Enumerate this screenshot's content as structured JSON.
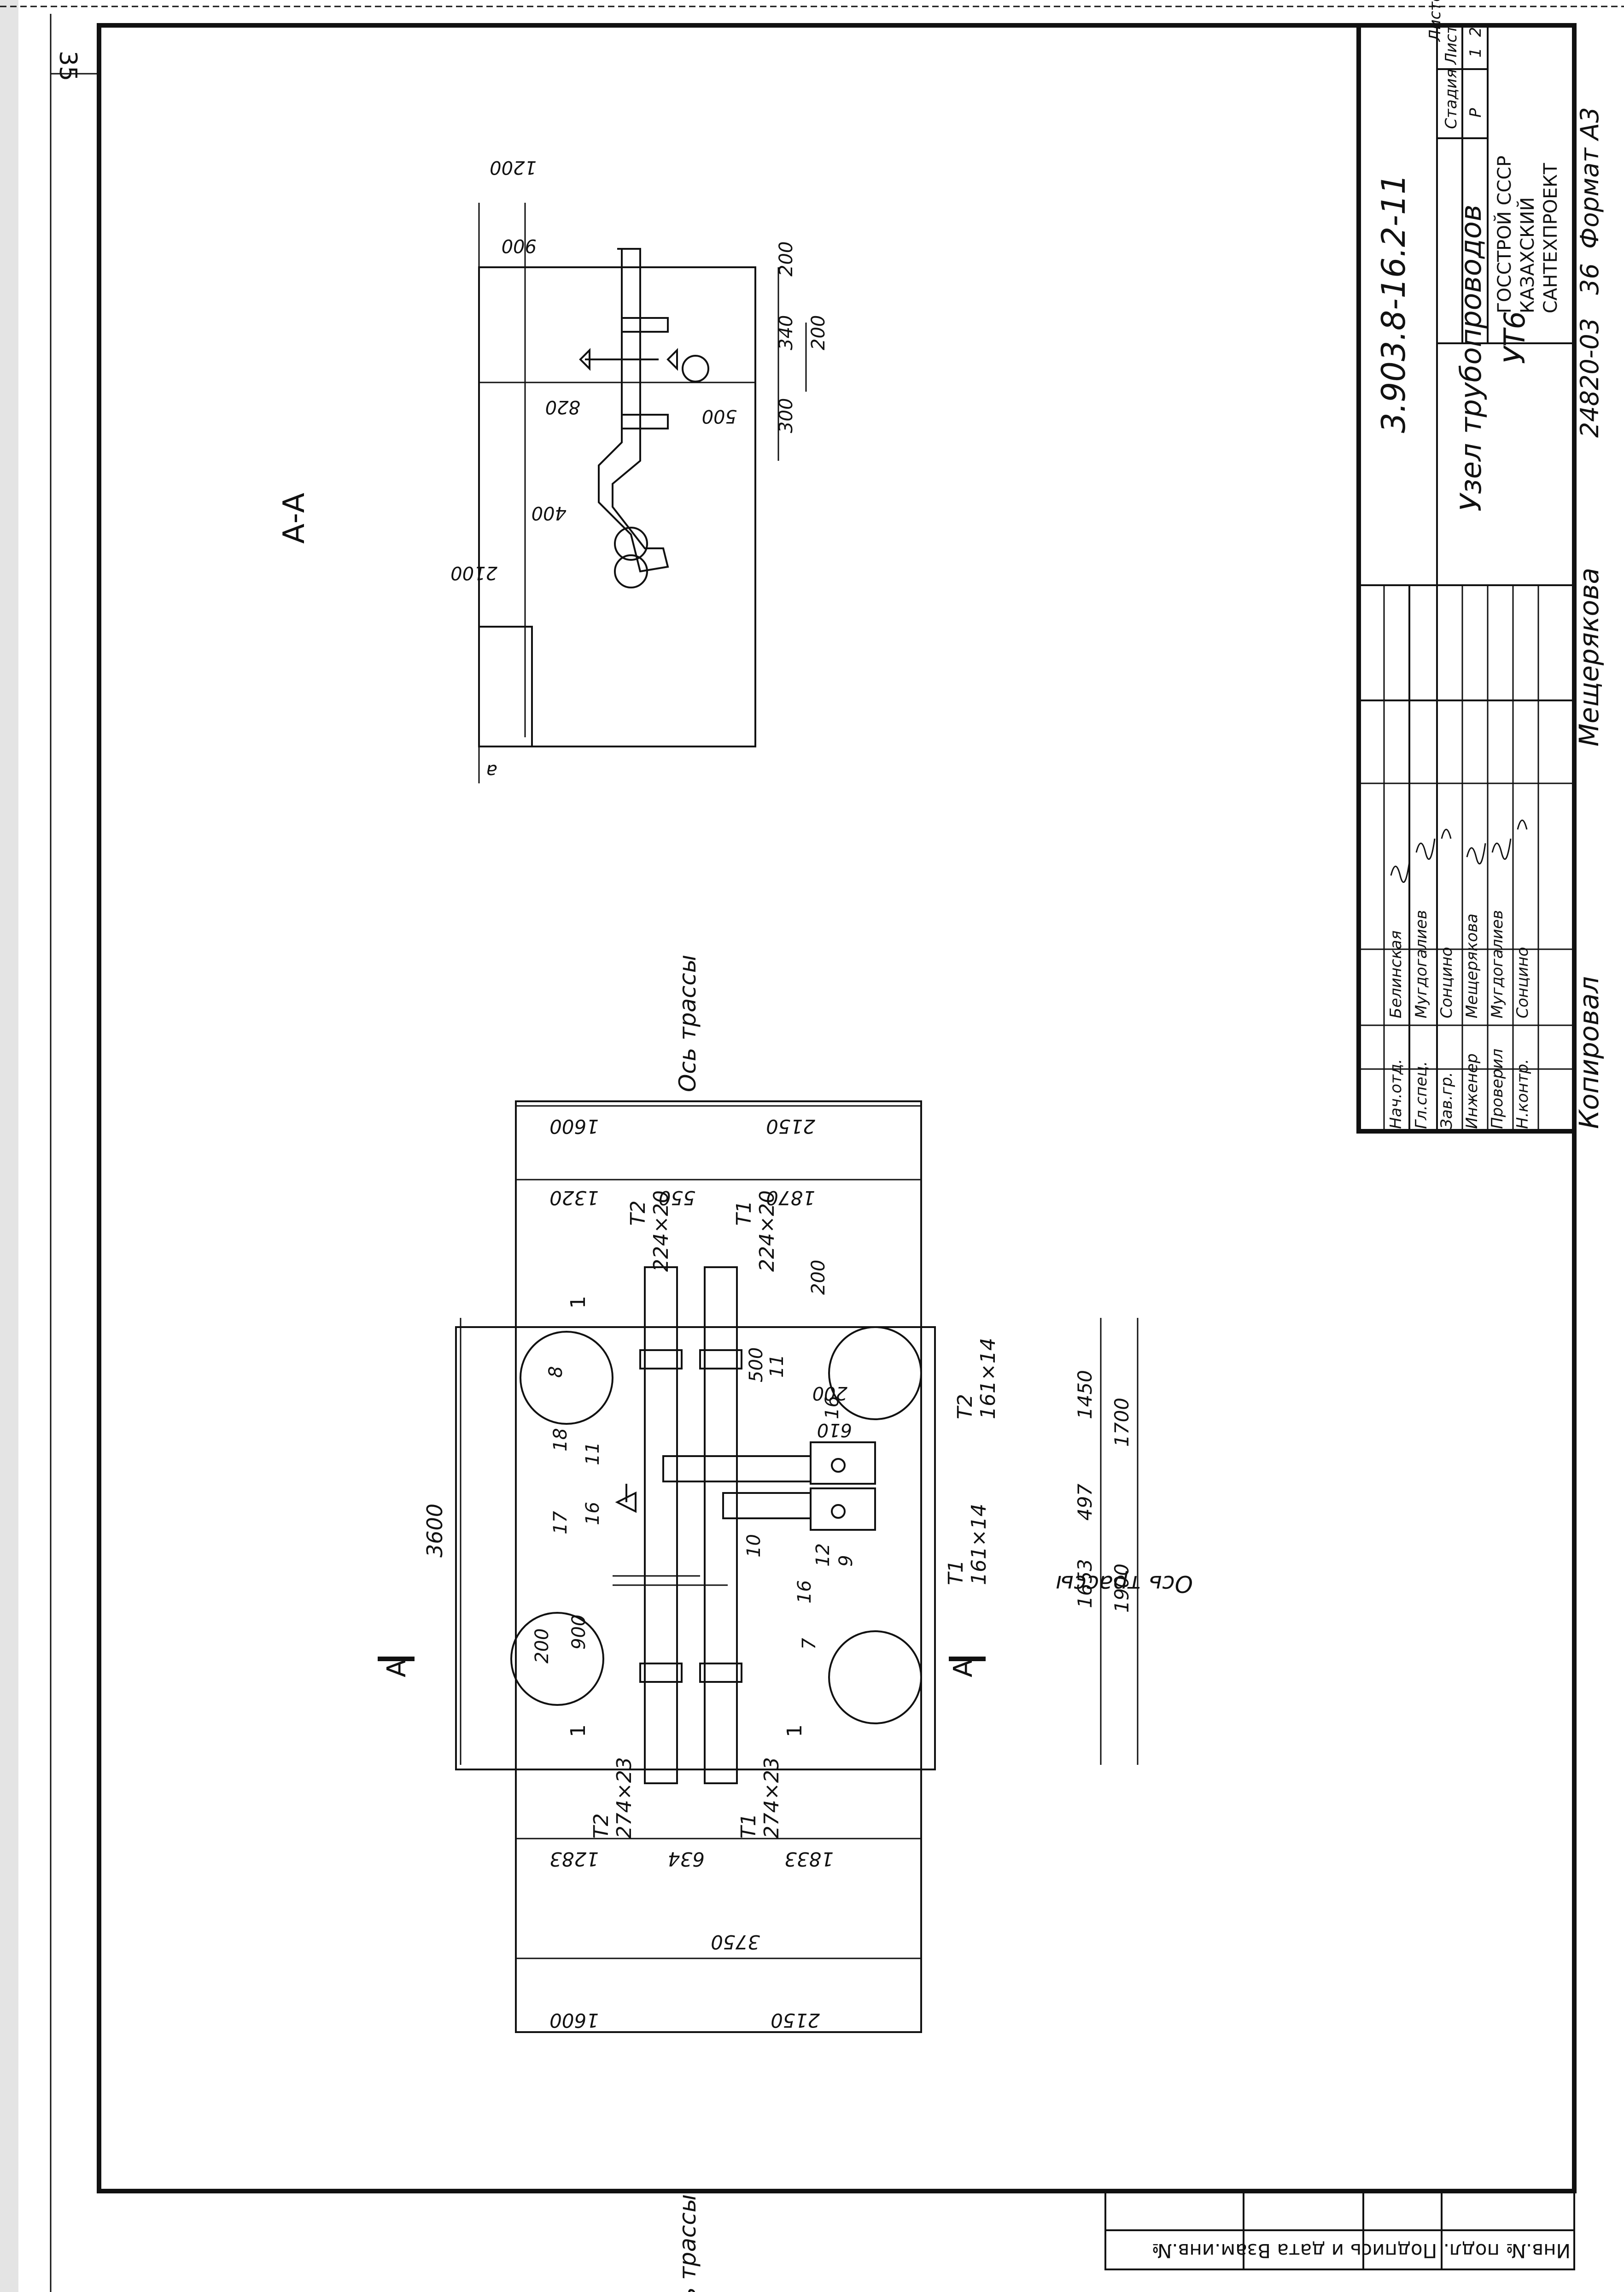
{
  "sheet": {
    "page_number": "35",
    "top_edge_note": "Инв.№ подл. Подпись и дата Взам.инв.№",
    "copied_by": "Копировал",
    "copier_name": "Мещерякова",
    "order_number": "24820-03",
    "sheet_seq": "36",
    "format": "Формат А3"
  },
  "title_block": {
    "doc_code": "3.903.8-16.2-11",
    "title_line1": "Узел трубопроводов",
    "title_line2": "УТ6",
    "stage_header": "Стадия",
    "sheet_header": "Лист",
    "sheets_header": "Листов",
    "stage_value": "Р",
    "sheet_value": "1",
    "sheets_value": "2",
    "org_line1": "ГОССТРОЙ СССР",
    "org_line2": "КАЗАХСКИЙ",
    "org_line3": "САНТЕХПРОЕКТ",
    "signatures": [
      {
        "role": "Нач.отд.",
        "name": "Белинская"
      },
      {
        "role": "Гл.спец.",
        "name": "Мугдогалиев"
      },
      {
        "role": "Зав.гр.",
        "name": "Сонцино"
      },
      {
        "role": "Инженер",
        "name": "Мещерякова"
      },
      {
        "role": "Проверил",
        "name": "Мугдогалиев"
      },
      {
        "role": "Н.контр.",
        "name": "Сонцино"
      }
    ]
  },
  "section_view": {
    "label": "А-А",
    "dims": {
      "d900": "900",
      "d1200": "1200",
      "d200a": "200",
      "d340": "340",
      "d200b": "200",
      "d300": "300",
      "d500": "500",
      "d820": "820",
      "d400": "400",
      "d2100": "2100",
      "da": "а"
    }
  },
  "plan_view": {
    "axis_label": "Ось трассы",
    "dims": {
      "d3600": "3600",
      "d1600a": "1600",
      "d2150a": "2150",
      "d1320": "1320",
      "d550": "550",
      "d1870": "1870",
      "d1283": "1283",
      "d634": "634",
      "d1833": "1833",
      "d3750": "3750",
      "d1600b": "1600",
      "d2150b": "2150",
      "d1450": "1450",
      "d1700": "1700",
      "d497": "497",
      "d1653": "1653",
      "d1900": "1900",
      "d900": "900",
      "d200a": "200",
      "d200b": "200",
      "d200c": "200",
      "d500": "500",
      "d610": "610"
    },
    "pipes": {
      "t2_top_name": "Т2",
      "t2_top_size": "224×20",
      "t1_top_name": "Т1",
      "t1_top_size": "224×20",
      "t2_bot_name": "Т2",
      "t2_bot_size": "274×23",
      "t1_bot_name": "Т1",
      "t1_bot_size": "274×23",
      "t2_br_name": "Т2",
      "t2_br_size": "161×14",
      "t1_br_name": "Т1",
      "t1_br_size": "161×14"
    },
    "callouts": {
      "c8": "8",
      "c18": "18",
      "c11a": "11",
      "c16a": "16",
      "c17": "17",
      "c10": "10",
      "c16b": "16",
      "c12": "12",
      "c9": "9",
      "c7": "7",
      "c11b": "11",
      "c16c": "16"
    },
    "section_marks": {
      "a": "А",
      "one": "1"
    }
  }
}
